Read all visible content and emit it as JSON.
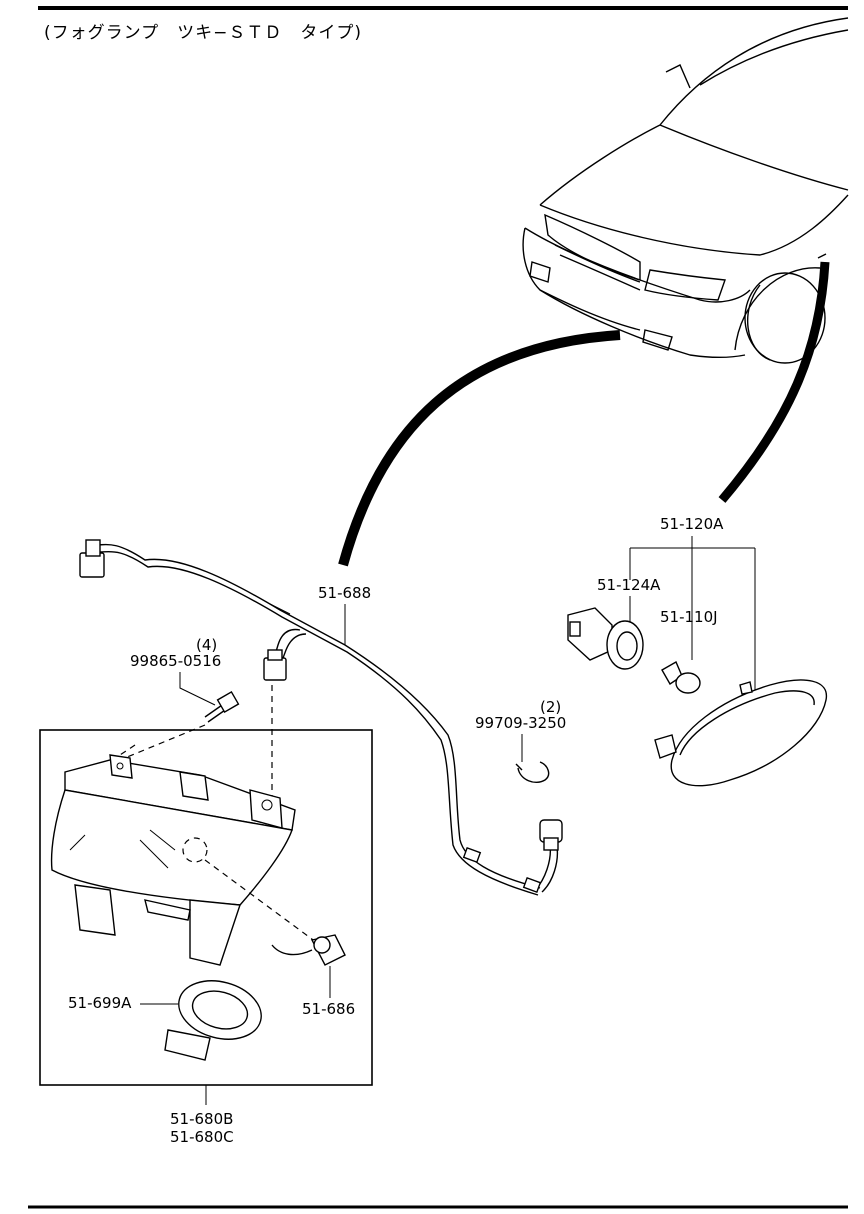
{
  "title": "(フォグランプ　ツキ−ＳＴＤ　タイプ)",
  "parts": {
    "harness": "51-688",
    "kit": "51-120A",
    "socket": "51-124A",
    "bulb": "51-110J",
    "bolt_qty": "(4)",
    "bolt": "99865-0516",
    "clip_qty": "(2)",
    "clip": "99709-3250",
    "bezel": "51-699A",
    "small_bulb": "51-686",
    "assy_1": "51-680B",
    "assy_2": "51-680C"
  }
}
